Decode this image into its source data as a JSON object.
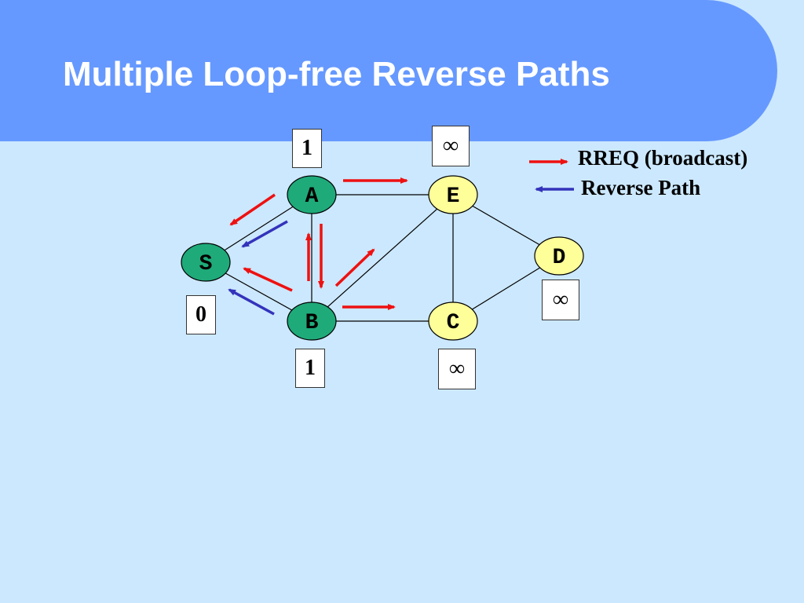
{
  "slide": {
    "title": "Multiple Loop-free Reverse Paths"
  },
  "legend": {
    "rreq_label": "RREQ (broadcast)",
    "reverse_label": "Reverse Path",
    "rreq_color": "#ee1111",
    "reverse_color": "#3333bb"
  },
  "nodes": {
    "S": {
      "label": "S",
      "color": "#1faa7a"
    },
    "A": {
      "label": "A",
      "color": "#1faa7a"
    },
    "B": {
      "label": "B",
      "color": "#1faa7a"
    },
    "E": {
      "label": "E",
      "color": "#ffff99"
    },
    "C": {
      "label": "C",
      "color": "#ffff99"
    },
    "D": {
      "label": "D",
      "color": "#ffff99"
    }
  },
  "distances": {
    "A": "1",
    "E": "∞",
    "S": "0",
    "B": "1",
    "C": "∞",
    "D": "∞"
  },
  "edges": [
    [
      "S",
      "A"
    ],
    [
      "S",
      "B"
    ],
    [
      "A",
      "B"
    ],
    [
      "A",
      "E"
    ],
    [
      "B",
      "E"
    ],
    [
      "B",
      "C"
    ],
    [
      "E",
      "C"
    ],
    [
      "E",
      "D"
    ],
    [
      "C",
      "D"
    ]
  ]
}
